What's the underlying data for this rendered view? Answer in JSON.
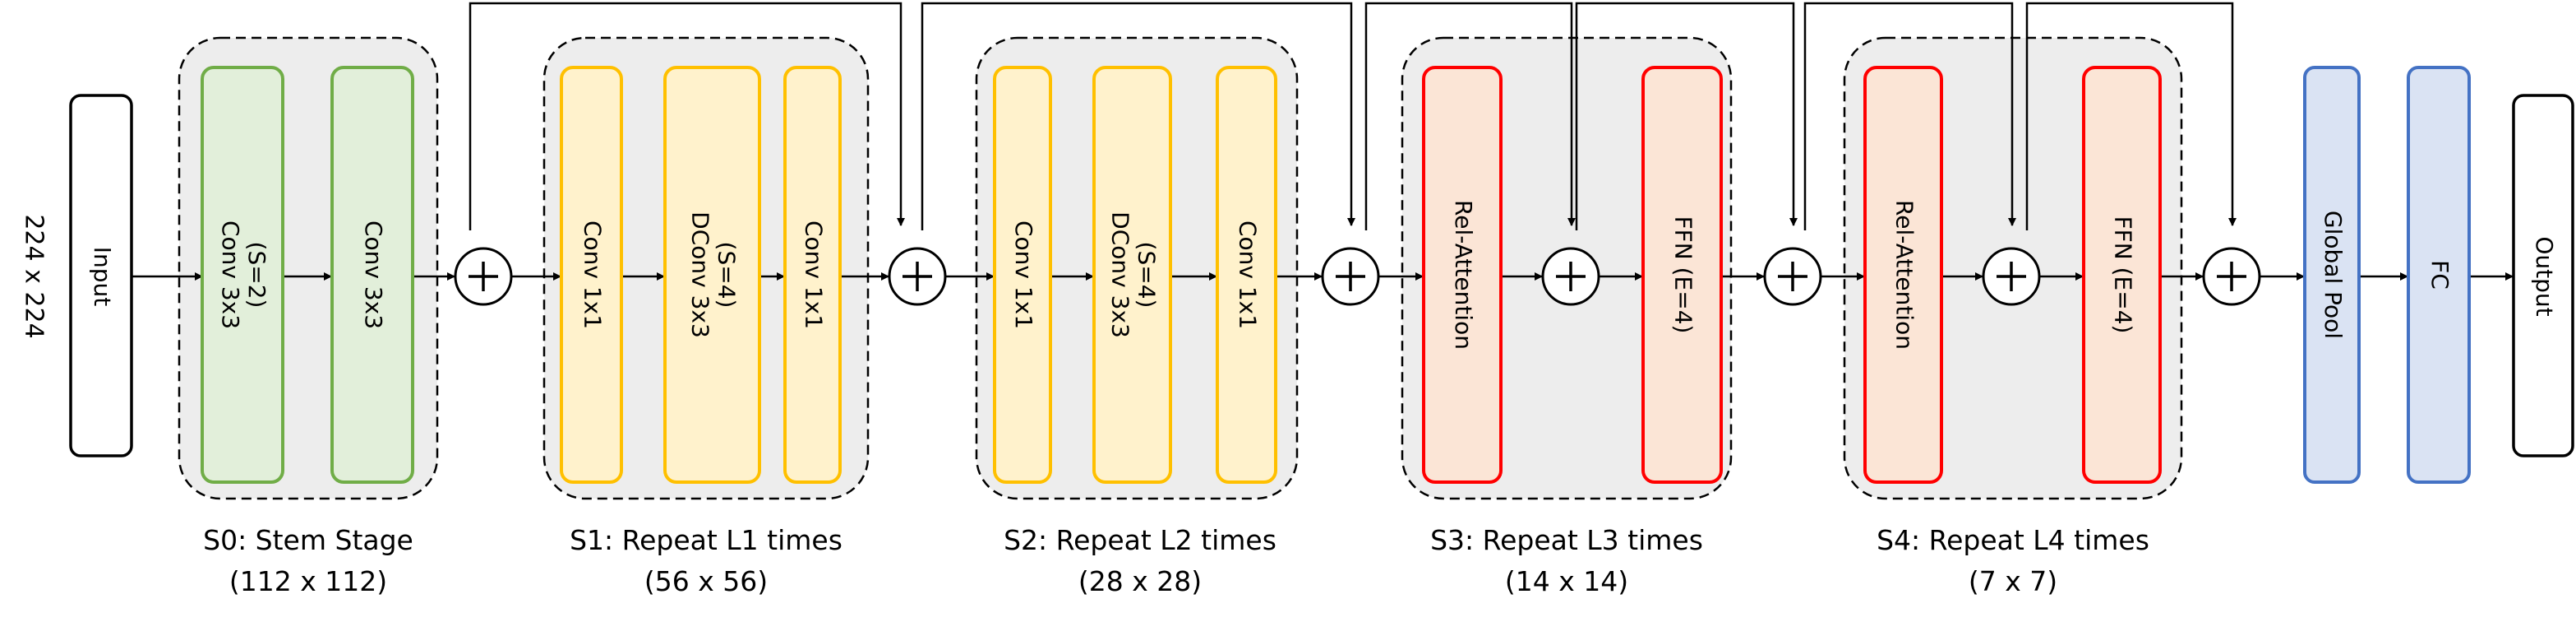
{
  "input_size": "224 x 224",
  "nodes": {
    "input": "Input",
    "stem_conv1": [
      "Conv 3x3",
      "(S=2)"
    ],
    "stem_conv2": [
      "Conv 3x3"
    ],
    "s1_conv1": [
      "Conv 1x1"
    ],
    "s1_dconv": [
      "DConv 3x3",
      "(S=4)"
    ],
    "s1_conv2": [
      "Conv 1x1"
    ],
    "s2_conv1": [
      "Conv 1x1"
    ],
    "s2_dconv": [
      "DConv 3x3",
      "(S=4)"
    ],
    "s2_conv2": [
      "Conv 1x1"
    ],
    "s3_attn": [
      "Rel-Attention"
    ],
    "s3_ffn": [
      "FFN (E=4)"
    ],
    "s4_attn": [
      "Rel-Attention"
    ],
    "s4_ffn": [
      "FFN (E=4)"
    ],
    "global_pool": [
      "Global Pool"
    ],
    "fc": [
      "FC"
    ],
    "output": "Output"
  },
  "stages": [
    {
      "title": "S0: Stem Stage",
      "size": "(112 x 112)"
    },
    {
      "title": "S1: Repeat L1 times",
      "size": "(56 x 56)"
    },
    {
      "title": "S2: Repeat L2 times",
      "size": "(28 x 28)"
    },
    {
      "title": "S3: Repeat L3 times",
      "size": "(14 x 14)"
    },
    {
      "title": "S4: Repeat L4 times",
      "size": "(7 x 7)"
    }
  ],
  "colors": {
    "conv_stem_fill": "#e2efda",
    "conv_stem_stroke": "#70ad47",
    "mbconv_fill": "#fff2cc",
    "mbconv_stroke": "#ffc000",
    "transformer_fill": "#fbe5d6",
    "transformer_stroke": "#ff0000",
    "head_fill": "#dae3f3",
    "head_stroke": "#4472c4",
    "stage_bg": "#ededed",
    "io_stroke": "#000000"
  }
}
